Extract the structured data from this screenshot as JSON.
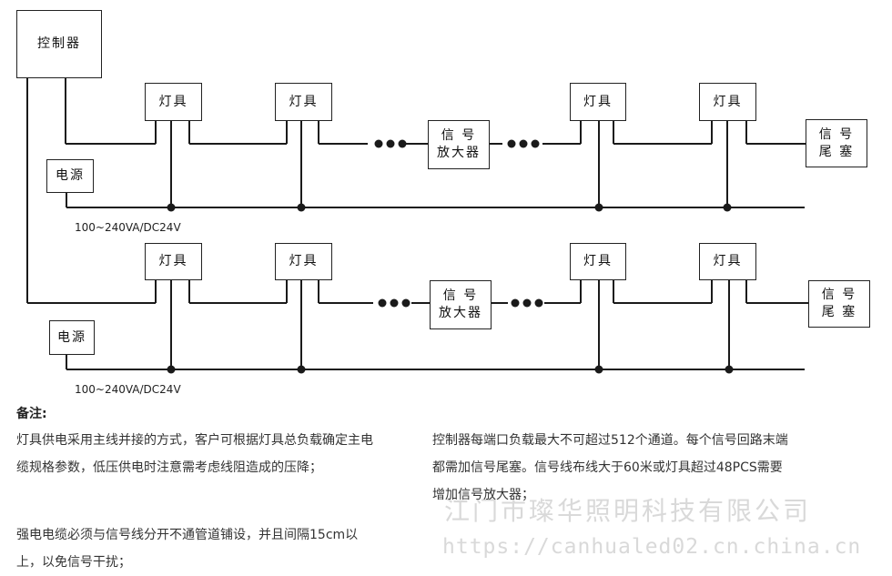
{
  "diagram": {
    "controller": "控制器",
    "lamp": "灯具",
    "power": "电源",
    "amplifier": "信 号\n放大器",
    "terminator": "信 号\n尾 塞",
    "power_spec_1": "100~240VA/DC24V",
    "power_spec_2": "100~240VA/DC24V"
  },
  "notes": {
    "title": "备注:",
    "left_1": "灯具供电采用主线并接的方式，客户可根据灯具总负载确定主电缆规格参数，低压供电时注意需考虑线阻造成的压降；",
    "left_2": "强电电缆必须与信号线分开不通管道铺设，并且间隔15cm以上，以免信号干扰；",
    "right_1": "控制器每端口负载最大不可超过512个通道。每个信号回路末端都需加信号尾塞。信号线布线大于60米或灯具超过48PCS需要增加信号放大器；"
  },
  "watermark": {
    "company": "江门市璨华照明科技有限公司",
    "url": "https://canhualed02.cn.china.cn"
  }
}
